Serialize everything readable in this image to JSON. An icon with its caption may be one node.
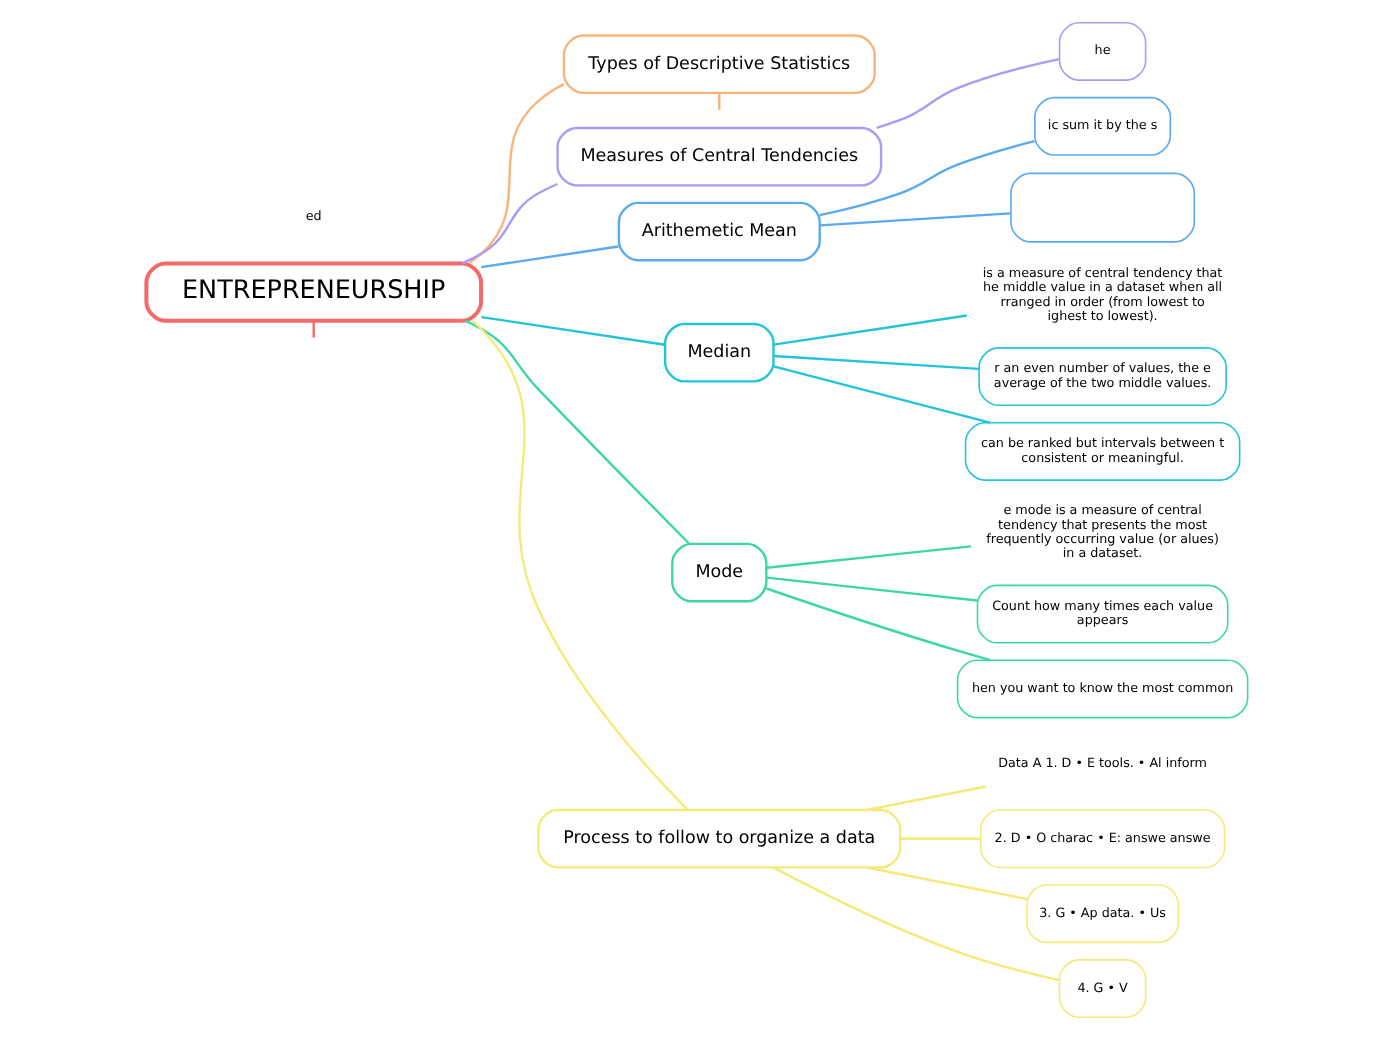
{
  "diagram": {
    "nodes": [
      {
        "text": [
          "ENTREPRENEURSHIP"
        ]
      },
      {
        "text": [
          "Types of Descriptive Statistics"
        ]
      },
      {
        "text": [
          "Measures of Central Tendencies"
        ]
      },
      {
        "text": [
          "he"
        ]
      },
      {
        "text": [
          "Arithemetic Mean"
        ]
      },
      {
        "text": [
          "ic sum it by the s"
        ]
      },
      {
        "text": [],
        "shape": "box"
      },
      {
        "text": [
          "Median"
        ]
      },
      {
        "text": [
          "is a measure of central tendency that he middle value in a dataset when all rranged in order (from lowest to ighest to lowest)."
        ]
      },
      {
        "text": [
          "r an even number of values, the e average of the two middle values."
        ]
      },
      {
        "text": [
          "can be ranked but intervals between t consistent or meaningful."
        ]
      },
      {
        "text": [
          "Mode"
        ]
      },
      {
        "text": [
          "e mode is a measure of central tendency that presents the most frequently occurring value (or alues) in a dataset."
        ]
      },
      {
        "text": [
          "Count how many times each value appears"
        ]
      },
      {
        "text": [
          "hen you want to know the most common"
        ]
      },
      {
        "text": [
          "Process to follow to organize a data"
        ]
      },
      {
        "text": [
          "Data A 1. D • E tools. • Al inform"
        ]
      },
      {
        "text": [
          "2. D • O charac • E: answe answe"
        ]
      },
      {
        "text": [
          "3. G • Ap data. • Us"
        ]
      },
      {
        "text": [
          "4. G • V"
        ]
      }
    ],
    "edges": [
      {
        "from": 0,
        "to": null,
        "arrow": "none",
        "color": "#f26a6a"
      },
      {
        "from": 0,
        "to": 1,
        "arrow": "none",
        "color": "#f9b47a"
      },
      {
        "from": 1,
        "to": null,
        "arrow": "none",
        "color": "#f9b47a"
      },
      {
        "from": 0,
        "to": 2,
        "arrow": "none",
        "color": "#a99cf5"
      },
      {
        "from": 2,
        "to": 3,
        "arrow": "none",
        "color": "#a99cf5"
      },
      {
        "from": 0,
        "to": 4,
        "arrow": "none",
        "color": "#5aaaf0"
      },
      {
        "from": 4,
        "to": 5,
        "arrow": "none",
        "color": "#5aaaf0"
      },
      {
        "from": 4,
        "to": 6,
        "arrow": "none",
        "color": "#5aaaf0"
      },
      {
        "from": 0,
        "to": 7,
        "arrow": "none",
        "color": "#22c4d8"
      },
      {
        "from": 7,
        "to": 8,
        "arrow": "none",
        "color": "#22c4d8"
      },
      {
        "from": 7,
        "to": 9,
        "arrow": "none",
        "color": "#22c4d8"
      },
      {
        "from": 7,
        "to": 10,
        "arrow": "none",
        "color": "#22c4d8"
      },
      {
        "from": 0,
        "to": 11,
        "arrow": "none",
        "color": "#3dd6a8"
      },
      {
        "from": 11,
        "to": 12,
        "arrow": "none",
        "color": "#3dd6a8"
      },
      {
        "from": 11,
        "to": 13,
        "arrow": "none",
        "color": "#3dd6a8"
      },
      {
        "from": 11,
        "to": 14,
        "arrow": "none",
        "color": "#3dd6a8"
      },
      {
        "from": 0,
        "to": 15,
        "arrow": "none",
        "color": "#f5e97a"
      },
      {
        "from": 15,
        "to": 16,
        "arrow": "none",
        "color": "#f5e97a"
      },
      {
        "from": 15,
        "to": 17,
        "arrow": "none",
        "color": "#f5e97a"
      },
      {
        "from": 15,
        "to": 18,
        "arrow": "none",
        "color": "#f5e97a"
      },
      {
        "from": 15,
        "to": 19,
        "arrow": "none",
        "color": "#f5e97a"
      }
    ],
    "labels": [
      "ed"
    ]
  }
}
